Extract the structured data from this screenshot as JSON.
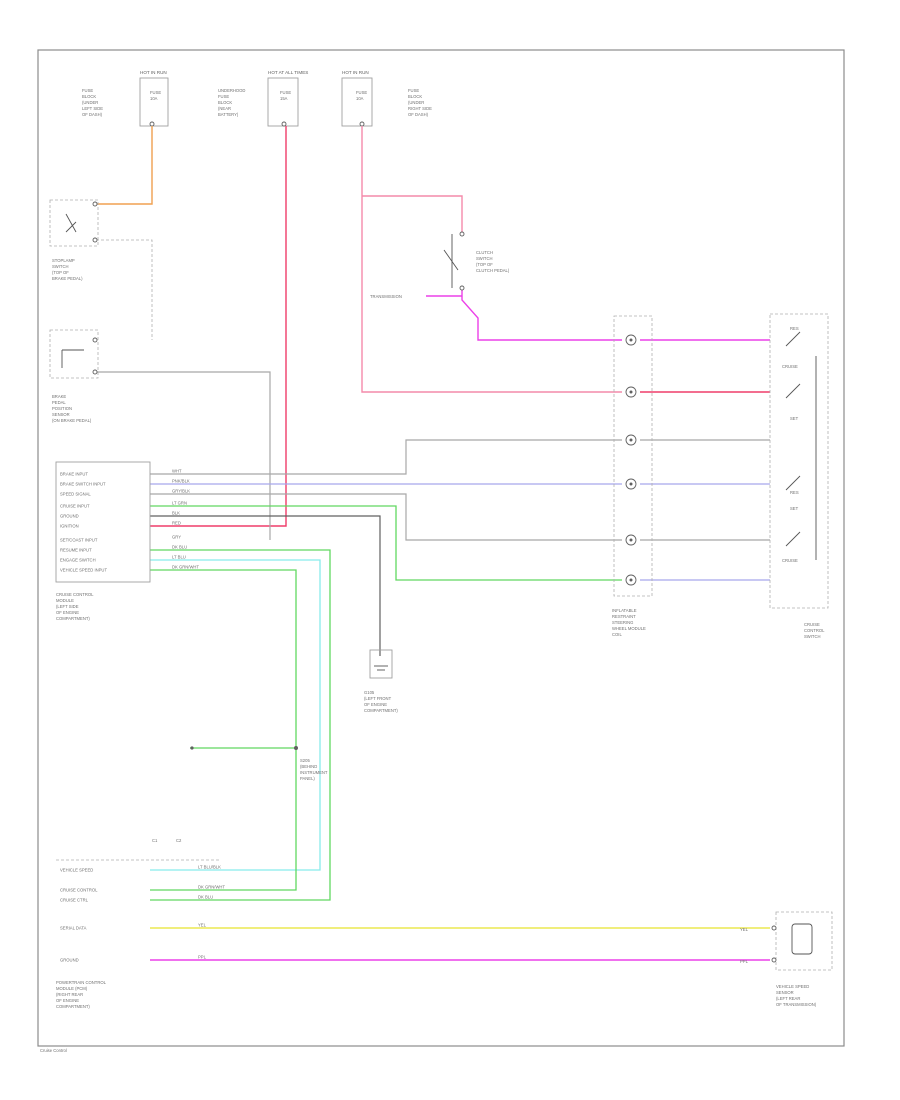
{
  "diagram": {
    "fuse_labels": [
      {
        "id": "fuse-1",
        "text": "HOT IN RUN"
      },
      {
        "id": "fuse-2",
        "text": "HOT AT ALL TIMES"
      },
      {
        "id": "fuse-3",
        "text": "HOT IN RUN"
      }
    ],
    "fuse_boxes": [
      {
        "id": "fuse-box-left",
        "lines": [
          "FUSE",
          "BLOCK",
          "(UNDER",
          "LEFT SIDE",
          "OF DASH)"
        ]
      },
      {
        "id": "fuse-box-center",
        "lines": [
          "UNDERHOOD",
          "FUSE",
          "BLOCK",
          "(NEAR",
          "BATTERY)"
        ]
      },
      {
        "id": "fuse-box-right",
        "lines": [
          "FUSE",
          "BLOCK",
          "(UNDER",
          "RIGHT SIDE",
          "OF DASH)"
        ]
      }
    ],
    "components": [
      {
        "id": "stoplamp-switch",
        "lines": [
          "STOPLAMP",
          "SWITCH",
          "(TOP OF",
          "BRAKE PEDAL)"
        ]
      },
      {
        "id": "brake-pedal-switch",
        "lines": [
          "BRAKE",
          "PEDAL",
          "POSITION",
          "SENSOR",
          "(ON BRAKE PEDAL)"
        ]
      },
      {
        "id": "cruise-module",
        "lines": [
          "CRUISE CONTROL",
          "MODULE",
          "(LEFT SIDE",
          "OF ENGINE",
          "COMPARTMENT)"
        ]
      },
      {
        "id": "clutch-switch",
        "lines": [
          "CLUTCH",
          "SWITCH",
          "(TOP OF",
          "CLUTCH PEDAL)"
        ]
      },
      {
        "id": "transmission",
        "lines": [
          "TRANSMISSION"
        ]
      },
      {
        "id": "ground",
        "lines": [
          "G105",
          "(LEFT FRONT",
          "OF ENGINE",
          "COMPARTMENT)"
        ]
      },
      {
        "id": "splice",
        "lines": [
          "S205",
          "(BEHIND",
          "INSTRUMENT",
          "PANEL)"
        ]
      },
      {
        "id": "clockspring",
        "lines": [
          "INFLATABLE",
          "RESTRAINT",
          "STEERING",
          "WHEEL MODULE",
          "COIL"
        ]
      },
      {
        "id": "cruise-switch",
        "lines": [
          "CRUISE",
          "CONTROL",
          "SWITCH"
        ]
      },
      {
        "id": "pcm",
        "lines": [
          "POWERTRAIN CONTROL",
          "MODULE (PCM)",
          "(RIGHT REAR",
          "OF ENGINE",
          "COMPARTMENT)"
        ]
      },
      {
        "id": "speed-sensor",
        "lines": [
          "VEHICLE SPEED",
          "SENSOR",
          "(LEFT REAR",
          "OF TRANSMISSION)"
        ]
      }
    ],
    "module_pins": [
      "BRAKE INPUT",
      "BRAKE SWITCH INPUT",
      "SPEED SIGNAL",
      "CRUISE INPUT",
      "GROUND",
      "IGNITION",
      "SET/COAST INPUT",
      "RESUME INPUT",
      "ENGAGE SWITCH",
      "VEHICLE SPEED INPUT"
    ],
    "module_wires": [
      "WHT",
      "PNK/BLK",
      "GRY/BLK",
      "LT GRN",
      "BLK",
      "RED",
      "GRY",
      "DK BLU",
      "LT BLU",
      "DK GRN/WHT"
    ],
    "switch_positions": [
      "RES",
      "CRUISE",
      "SET",
      "RES",
      "SET",
      "CRUISE"
    ],
    "pcm_header": [
      "C1",
      "C2"
    ],
    "pcm_pins": [
      "VEHICLE SPEED",
      "CRUISE CONTROL",
      "CRUISE CTRL",
      "SERIAL DATA",
      "GROUND"
    ],
    "pcm_wires": [
      "LT BLU/BLK",
      "DK GRN/WHT",
      "DK BLU",
      "YEL",
      "PPL"
    ],
    "speed_wires": [
      "YEL",
      "PPL"
    ],
    "footer": "Cruise Control"
  }
}
